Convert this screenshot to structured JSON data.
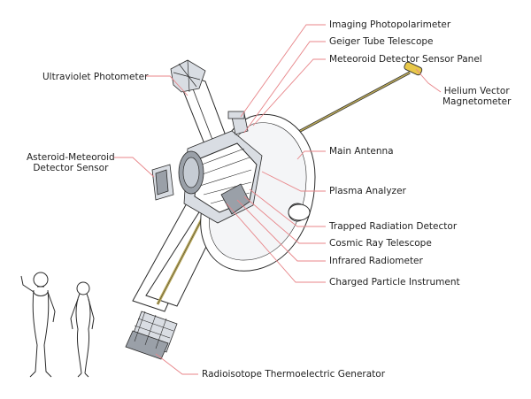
{
  "labels": {
    "imaging_photopolarimeter": "Imaging Photopolarimeter",
    "geiger_tube_telescope": "Geiger Tube Telescope",
    "meteoroid_detector_sensor_panel": "Meteoroid Detector Sensor Panel",
    "ultraviolet_photometer": "Ultraviolet Photometer",
    "helium_vector_magnetometer": "Helium Vector\nMagnetometer",
    "main_antenna": "Main Antenna",
    "asteroid_meteoroid_detector_sensor": "Asteroid-Meteoroid\nDetector Sensor",
    "plasma_analyzer": "Plasma Analyzer",
    "trapped_radiation_detector": "Trapped Radiation Detector",
    "cosmic_ray_telescope": "Cosmic Ray Telescope",
    "infrared_radiometer": "Infrared Radiometer",
    "charged_particle_instrument": "Charged Particle Instrument",
    "radioisotope_thermoelectric_generator": "Radioisotope Thermoelectric Generator"
  },
  "colors": {
    "leader_line": "#e8868a",
    "outline": "#2a2a2a",
    "boom": "#c9b56a",
    "magnetometer": "#e8c84a"
  }
}
